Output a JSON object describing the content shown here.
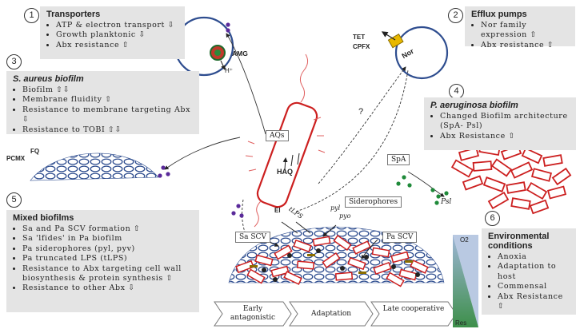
{
  "panels": {
    "transporters": {
      "number": "1",
      "title": "Transporters",
      "items": [
        "ATP & electron transport ⇩",
        "Growth planktonic ⇩",
        "Abx resistance ⇧"
      ]
    },
    "efflux": {
      "number": "2",
      "title": "Efflux pumps",
      "items": [
        "Nor family expression ⇧",
        "Abx resistance ⇧"
      ]
    },
    "saureus": {
      "number": "3",
      "title": "S. aureus biofilm",
      "items": [
        "Biofilm ⇧⇩",
        "Membrane fluidity ⇧",
        "Resistance to membrane targeting Abx ⇩",
        "Resistance to TOBI ⇧⇩"
      ]
    },
    "paeruginosa": {
      "number": "4",
      "title": "P. aeruginosa biofilm",
      "items": [
        "Changed Biofilm architecture (SpA- Psl)",
        "Abx Resistance ⇧"
      ]
    },
    "mixed": {
      "number": "5",
      "title": "Mixed biofilms",
      "items": [
        "Sa and Pa SCV formation ⇧",
        "Sa 'lfides' in Pa biofilm",
        "Pa siderophores (pyl, pyv)",
        "Pa truncated LPS (tLPS)",
        "Resistance to Abx targeting cell wall biosynthesis & protein synthesis ⇧",
        "Resistance to other Abx ⇩"
      ]
    },
    "environment": {
      "number": "6",
      "title": "Environmental conditions",
      "items": [
        "Anoxia",
        "Adaptation to host",
        "Commensal",
        "Abx Resistance ⇧"
      ]
    }
  },
  "labels": {
    "amg": "AMG",
    "hplus": "H⁺",
    "tet": "TET",
    "cpfx": "CPFX",
    "nor": "Nor",
    "aqs": "AQs",
    "haq": "HAQ",
    "question": "?",
    "fq": "FQ",
    "pcmx": "PCMX",
    "spa": "SpA",
    "psl": "Psl",
    "siderophores": "Siderophores",
    "pyl": "pyl",
    "pyo": "pyo",
    "el": "El",
    "tlps": "tLPS",
    "sa_scv": "Sa SCV",
    "pa_scv": "Pa SCV",
    "o2": "O2",
    "res": "Res"
  },
  "stages": [
    "Early antagonistic",
    "Adaptation",
    "Late cooperative"
  ],
  "colors": {
    "panel_bg": "#e4e4e4",
    "sa_blue": "#2e4d8f",
    "pa_red": "#cc1f1f",
    "purple_dot": "#5a2a9a",
    "green_dot": "#1f8a3a",
    "nor_yellow": "#e8b800"
  }
}
